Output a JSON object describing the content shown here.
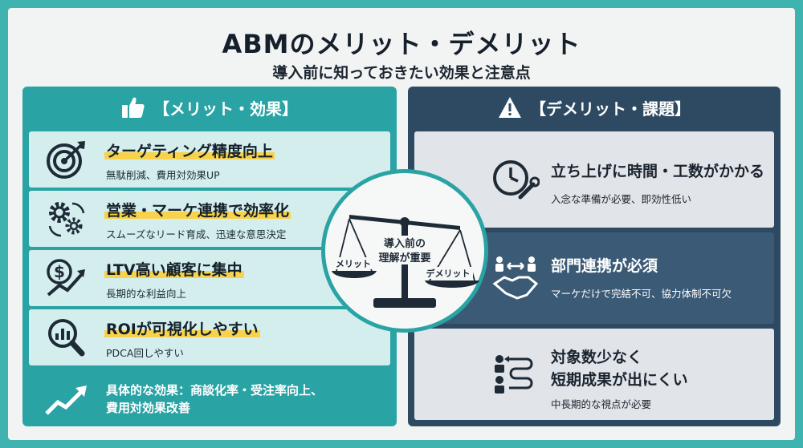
{
  "header": {
    "title": "ABMのメリット・デメリット",
    "subtitle": "導入前に知っておきたい効果と注意点"
  },
  "merits": {
    "heading": "【メリット・効果】",
    "items": [
      {
        "title": "ターゲティング精度向上",
        "sub": "無駄削減、費用対効果UP",
        "icon": "target-icon"
      },
      {
        "title": "営業・マーケ連携で効率化",
        "sub": "スムーズなリード育成、迅速な意思決定",
        "icon": "gears-icon"
      },
      {
        "title": "LTV高い顧客に集中",
        "sub": "長期的な利益向上",
        "icon": "dollar-growth-icon"
      },
      {
        "title": "ROIが可視化しやすい",
        "sub": "PDCA回しやすい",
        "icon": "magnifier-chart-icon"
      }
    ],
    "footer": {
      "line1": "具体的な効果：商談化率・受注率向上、",
      "line2": "費用対効果改善",
      "icon": "growth-arrow-icon"
    }
  },
  "demerits": {
    "heading": "【デメリット・課題】",
    "items": [
      {
        "title": "立ち上げに時間・工数がかかる",
        "sub": "入念な準備が必要、即効性低い",
        "icon": "clock-wrench-icon"
      },
      {
        "title": "部門連携が必須",
        "sub": "マーケだけで完結不可、協力体制不可欠",
        "icon": "handshake-icon"
      },
      {
        "title_line1": "対象数少なく",
        "title_line2": "短期成果が出にくい",
        "sub": "中長期的な視点が必要",
        "icon": "people-path-icon"
      }
    ]
  },
  "scale": {
    "left_pan": "メリット",
    "right_pan": "デメリット",
    "center_line1": "導入前の",
    "center_line2": "理解が重要"
  },
  "colors": {
    "teal": "#2aa3a5",
    "navy": "#2e4a62",
    "highlight": "#f8d24a"
  }
}
